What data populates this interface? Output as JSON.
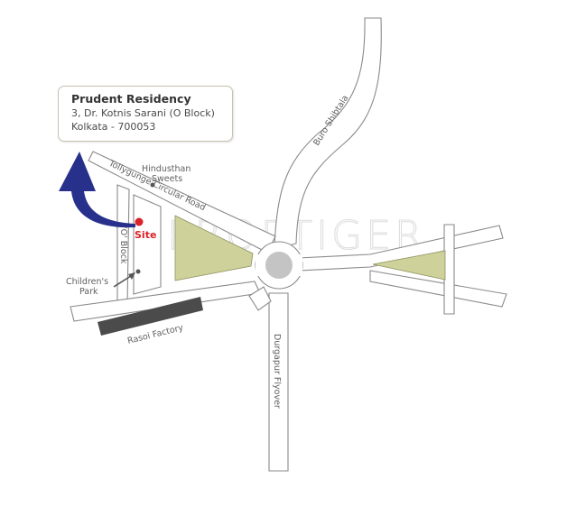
{
  "address_card": {
    "title": "Prudent Residency",
    "line1": "3, Dr. Kotnis Sarani (O Block)",
    "line2": "Kolkata - 700053"
  },
  "watermark": "PROPTIGER",
  "labels": {
    "site": "Site",
    "o_block": "'O' Block",
    "hindusthan_line1": "Hindusthan",
    "hindusthan_line2": "Sweets",
    "tollygunge_road": "Tollygunge Circular Road",
    "childrens_park_line1": "Children's",
    "childrens_park_line2": "Park",
    "rasoi_factory": "Rasoi Factory",
    "buro_shibtala": "Buro Shibtala",
    "durgapur_flyover": "Durgapur Flyover"
  },
  "colors": {
    "site_marker": "#d9232a",
    "arrow": "#27318b",
    "green_area": "#cfd19a",
    "roundabout": "#c4c4c4",
    "factory": "#4b4b4b",
    "road_outline": "#8a8a8a"
  }
}
